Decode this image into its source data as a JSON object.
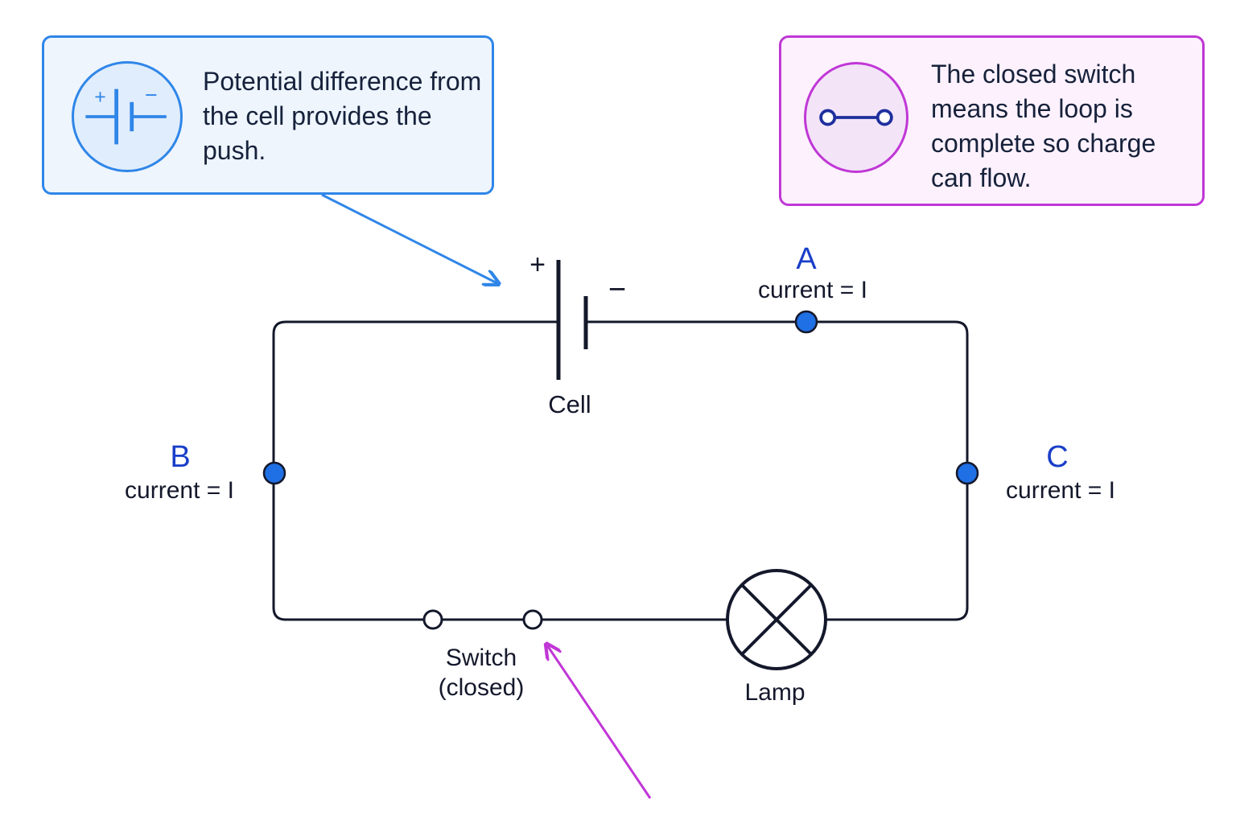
{
  "callouts": {
    "cell": {
      "text": "Potential difference from the cell provides the push.",
      "icon": "cell-symbol-icon",
      "plus": "+",
      "minus": "−"
    },
    "switch": {
      "text": "The closed switch means the loop is complete so charge can flow.",
      "icon": "closed-switch-icon"
    }
  },
  "circuit": {
    "cell": {
      "label": "Cell",
      "plus": "+",
      "minus": "−"
    },
    "switch": {
      "label_line1": "Switch",
      "label_line2": "(closed)"
    },
    "lamp": {
      "label": "Lamp"
    },
    "points": {
      "a": {
        "letter": "A",
        "current": "current = I"
      },
      "b": {
        "letter": "B",
        "current": "current = I"
      },
      "c": {
        "letter": "C",
        "current": "current = I"
      }
    }
  },
  "colors": {
    "wire": "#14182b",
    "point": "#1f6fe5",
    "point_label": "#1a3ec9",
    "cell_accent": "#2f86e8",
    "switch_accent": "#c037d6"
  }
}
